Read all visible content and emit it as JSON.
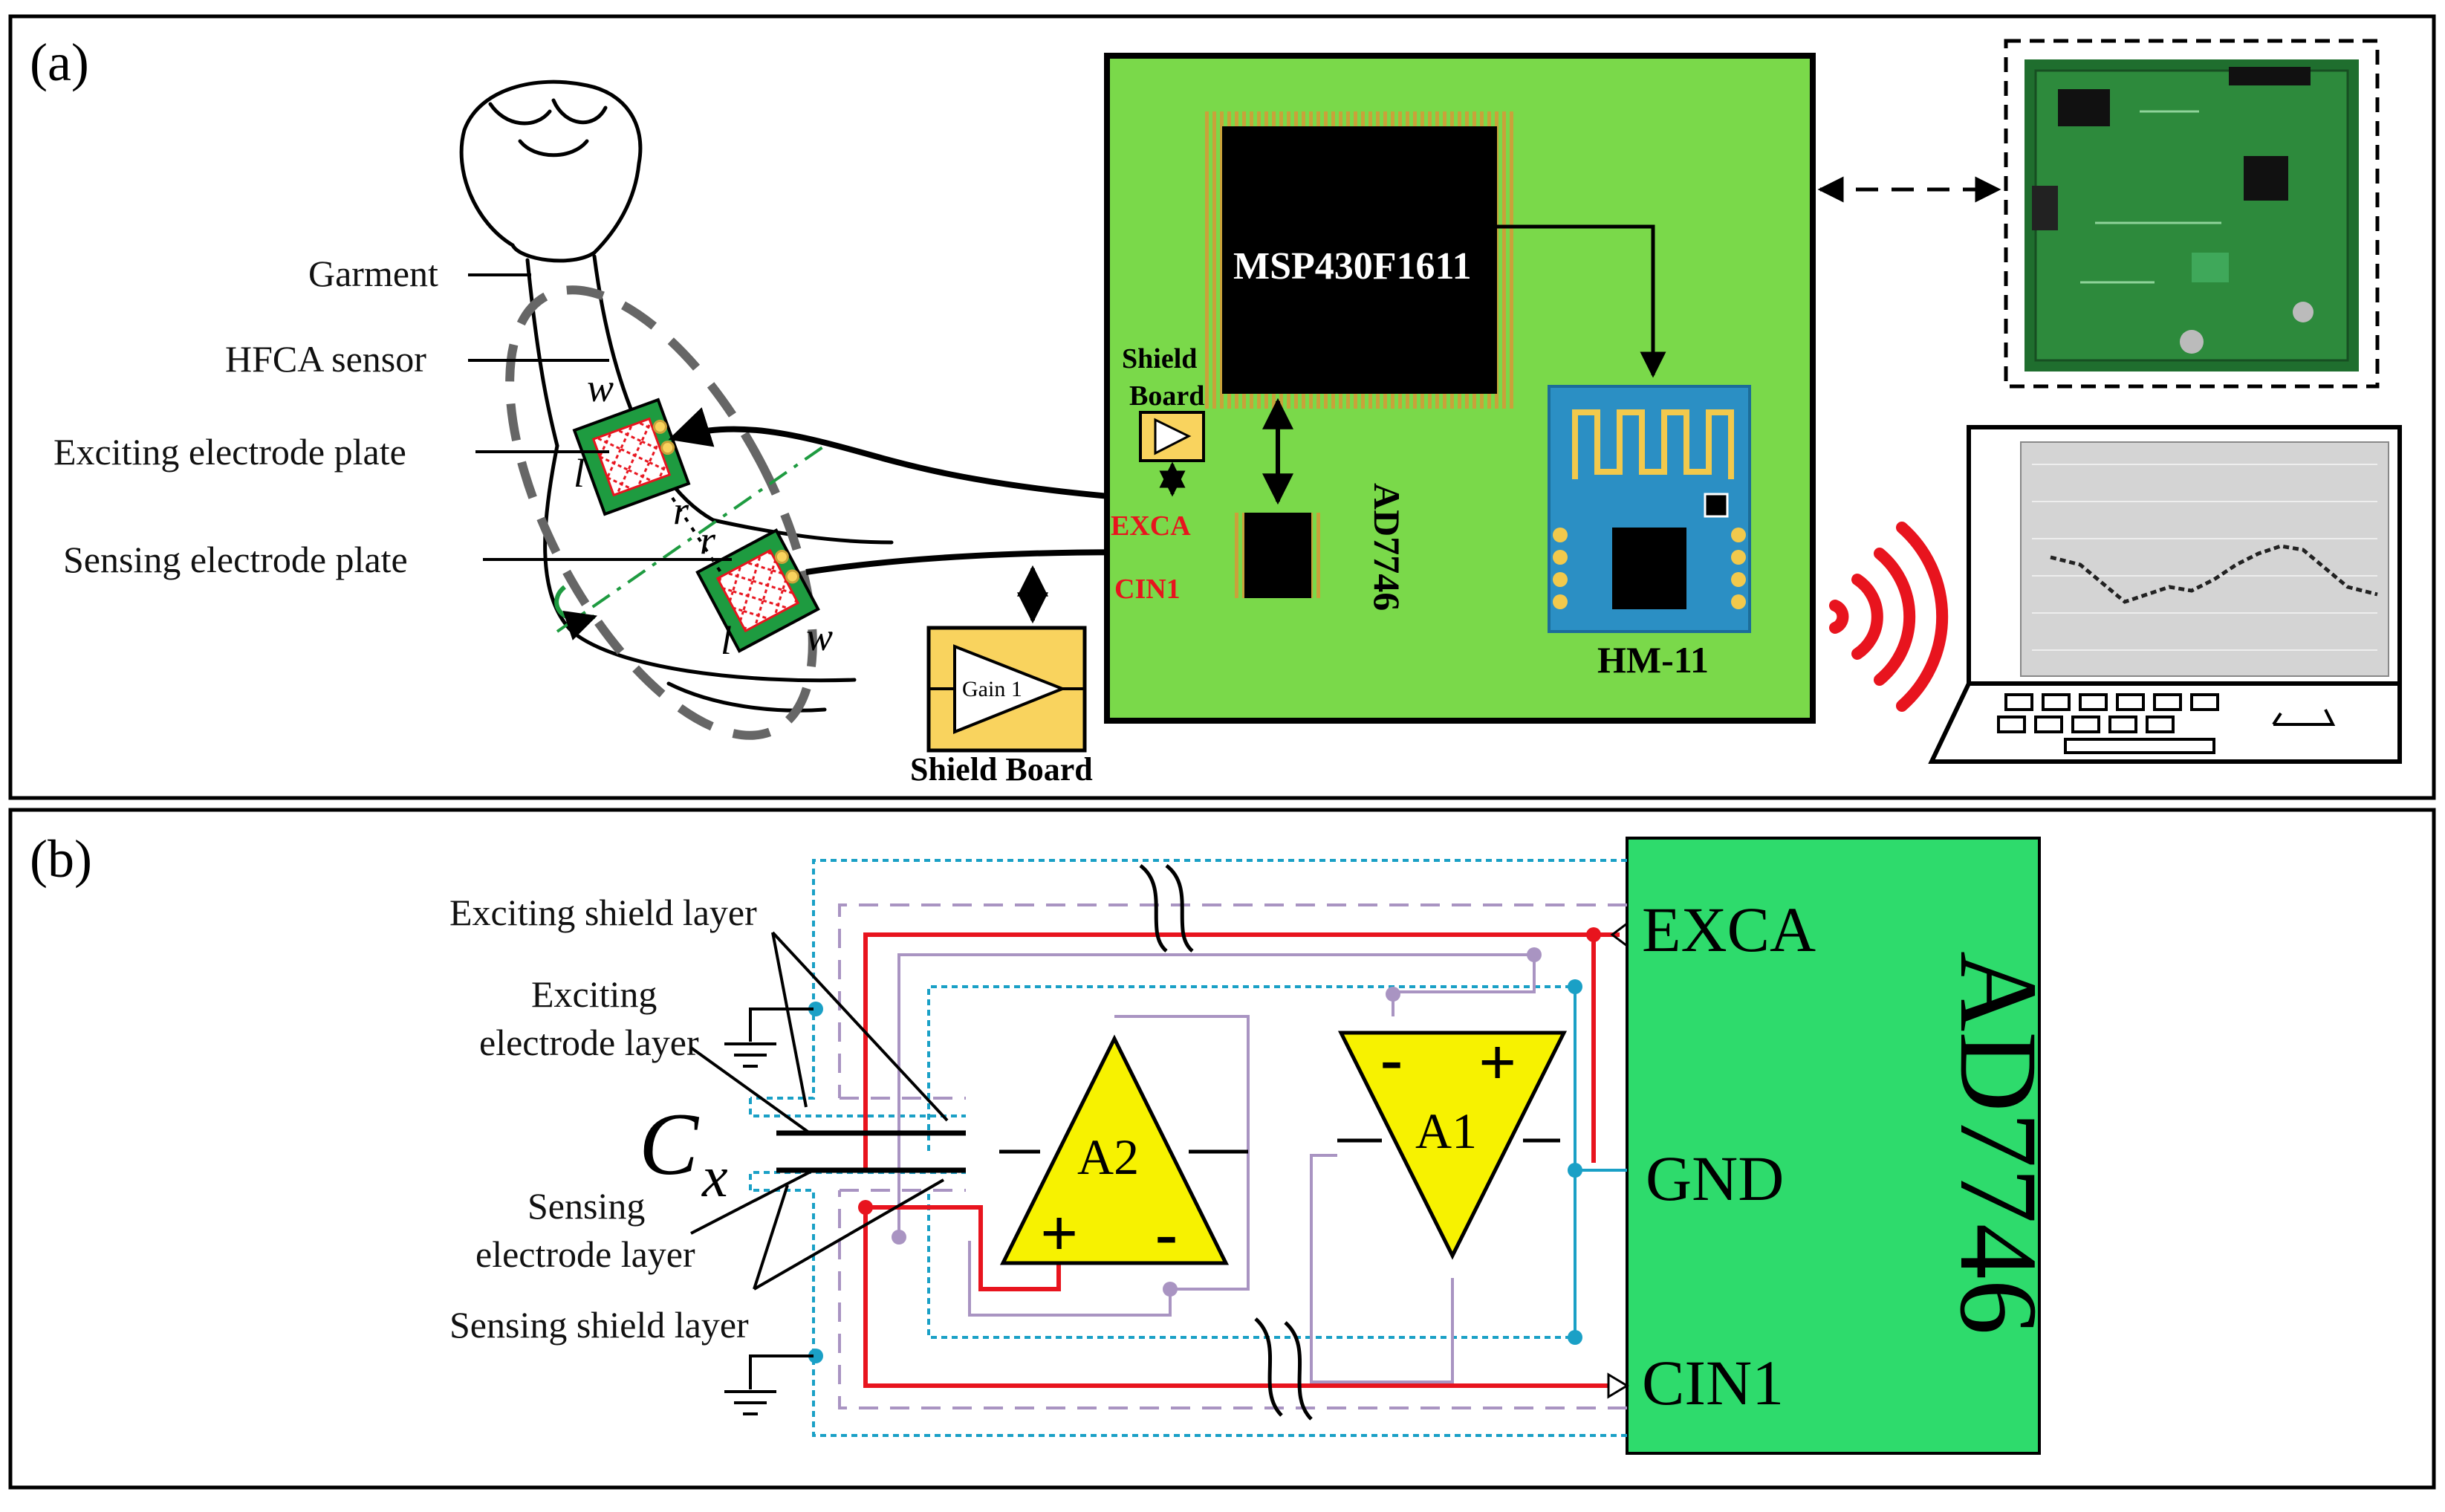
{
  "panel_a": {
    "tag": "(a)",
    "labels": {
      "garment": "Garment",
      "hfca_sensor": "HFCA sensor",
      "exciting_plate": "Exciting electrode plate",
      "sensing_plate": "Sensing electrode plate"
    },
    "symbols": {
      "w_top": "w",
      "l_top": "l",
      "r_top": "r",
      "r_mid": "r",
      "l_bottom": "l",
      "w_bottom": "w"
    },
    "mcu_label": "MSP430F1611",
    "ble_label": "HM-11",
    "cdc_label": "AD7746",
    "excitation_pin": "EXCA",
    "sense_pin": "CIN1",
    "small_shield_label_line1": "Shield",
    "small_shield_label_line2": "Board",
    "big_shield_label": "Shield Board",
    "gain_label": "Gain 1",
    "colors": {
      "pcb": "#7ad94a",
      "chip": "#000000",
      "ble": "#2b8fc4",
      "shield_box": "#f9d35e",
      "wifi": "#e8141e",
      "pin_text": "#e8141e"
    }
  },
  "panel_b": {
    "tag": "(b)",
    "labels": {
      "exciting_shield": "Exciting shield layer",
      "exciting_electrode_line1": "Exciting",
      "exciting_electrode_line2": "electrode layer",
      "sensing_electrode_line1": "Sensing",
      "sensing_electrode_line2": "electrode layer",
      "sensing_shield": "Sensing shield layer"
    },
    "cx_main": "C",
    "cx_sub": "x",
    "amp_a1": "A1",
    "amp_a2": "A2",
    "plus": "+",
    "minus": "-",
    "chip_label": "AD7746",
    "pin_exca": "EXCA",
    "pin_gnd": "GND",
    "pin_cin1": "CIN1",
    "colors": {
      "chip": "#2edb6c",
      "amp": "#f7f200",
      "red_wire": "#e8141e",
      "blue_wire": "#1aa0c6",
      "purple_wire": "#a994c2"
    }
  }
}
